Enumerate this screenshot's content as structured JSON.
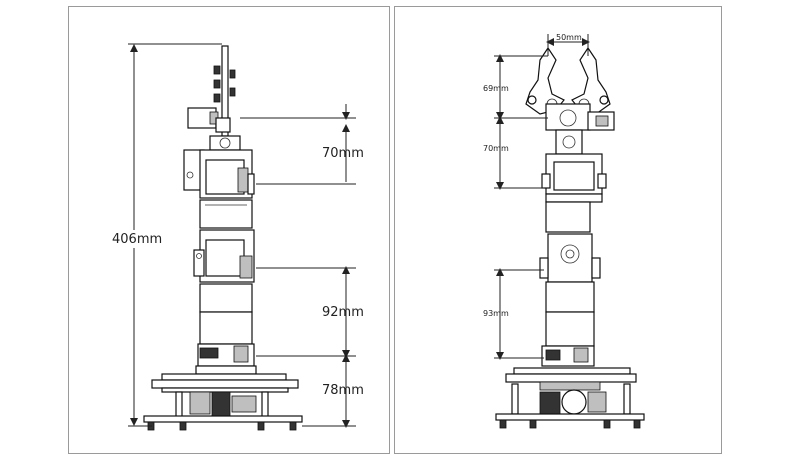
{
  "left_view": {
    "total_height_label": "406mm",
    "dim_upper_label": "70mm",
    "dim_middle_label": "92mm",
    "dim_base_label": "78mm"
  },
  "right_view": {
    "gripper_width_label": "50mm",
    "gripper_height_label": "69mm",
    "wrist_label": "70mm",
    "arm_label": "93mm"
  }
}
